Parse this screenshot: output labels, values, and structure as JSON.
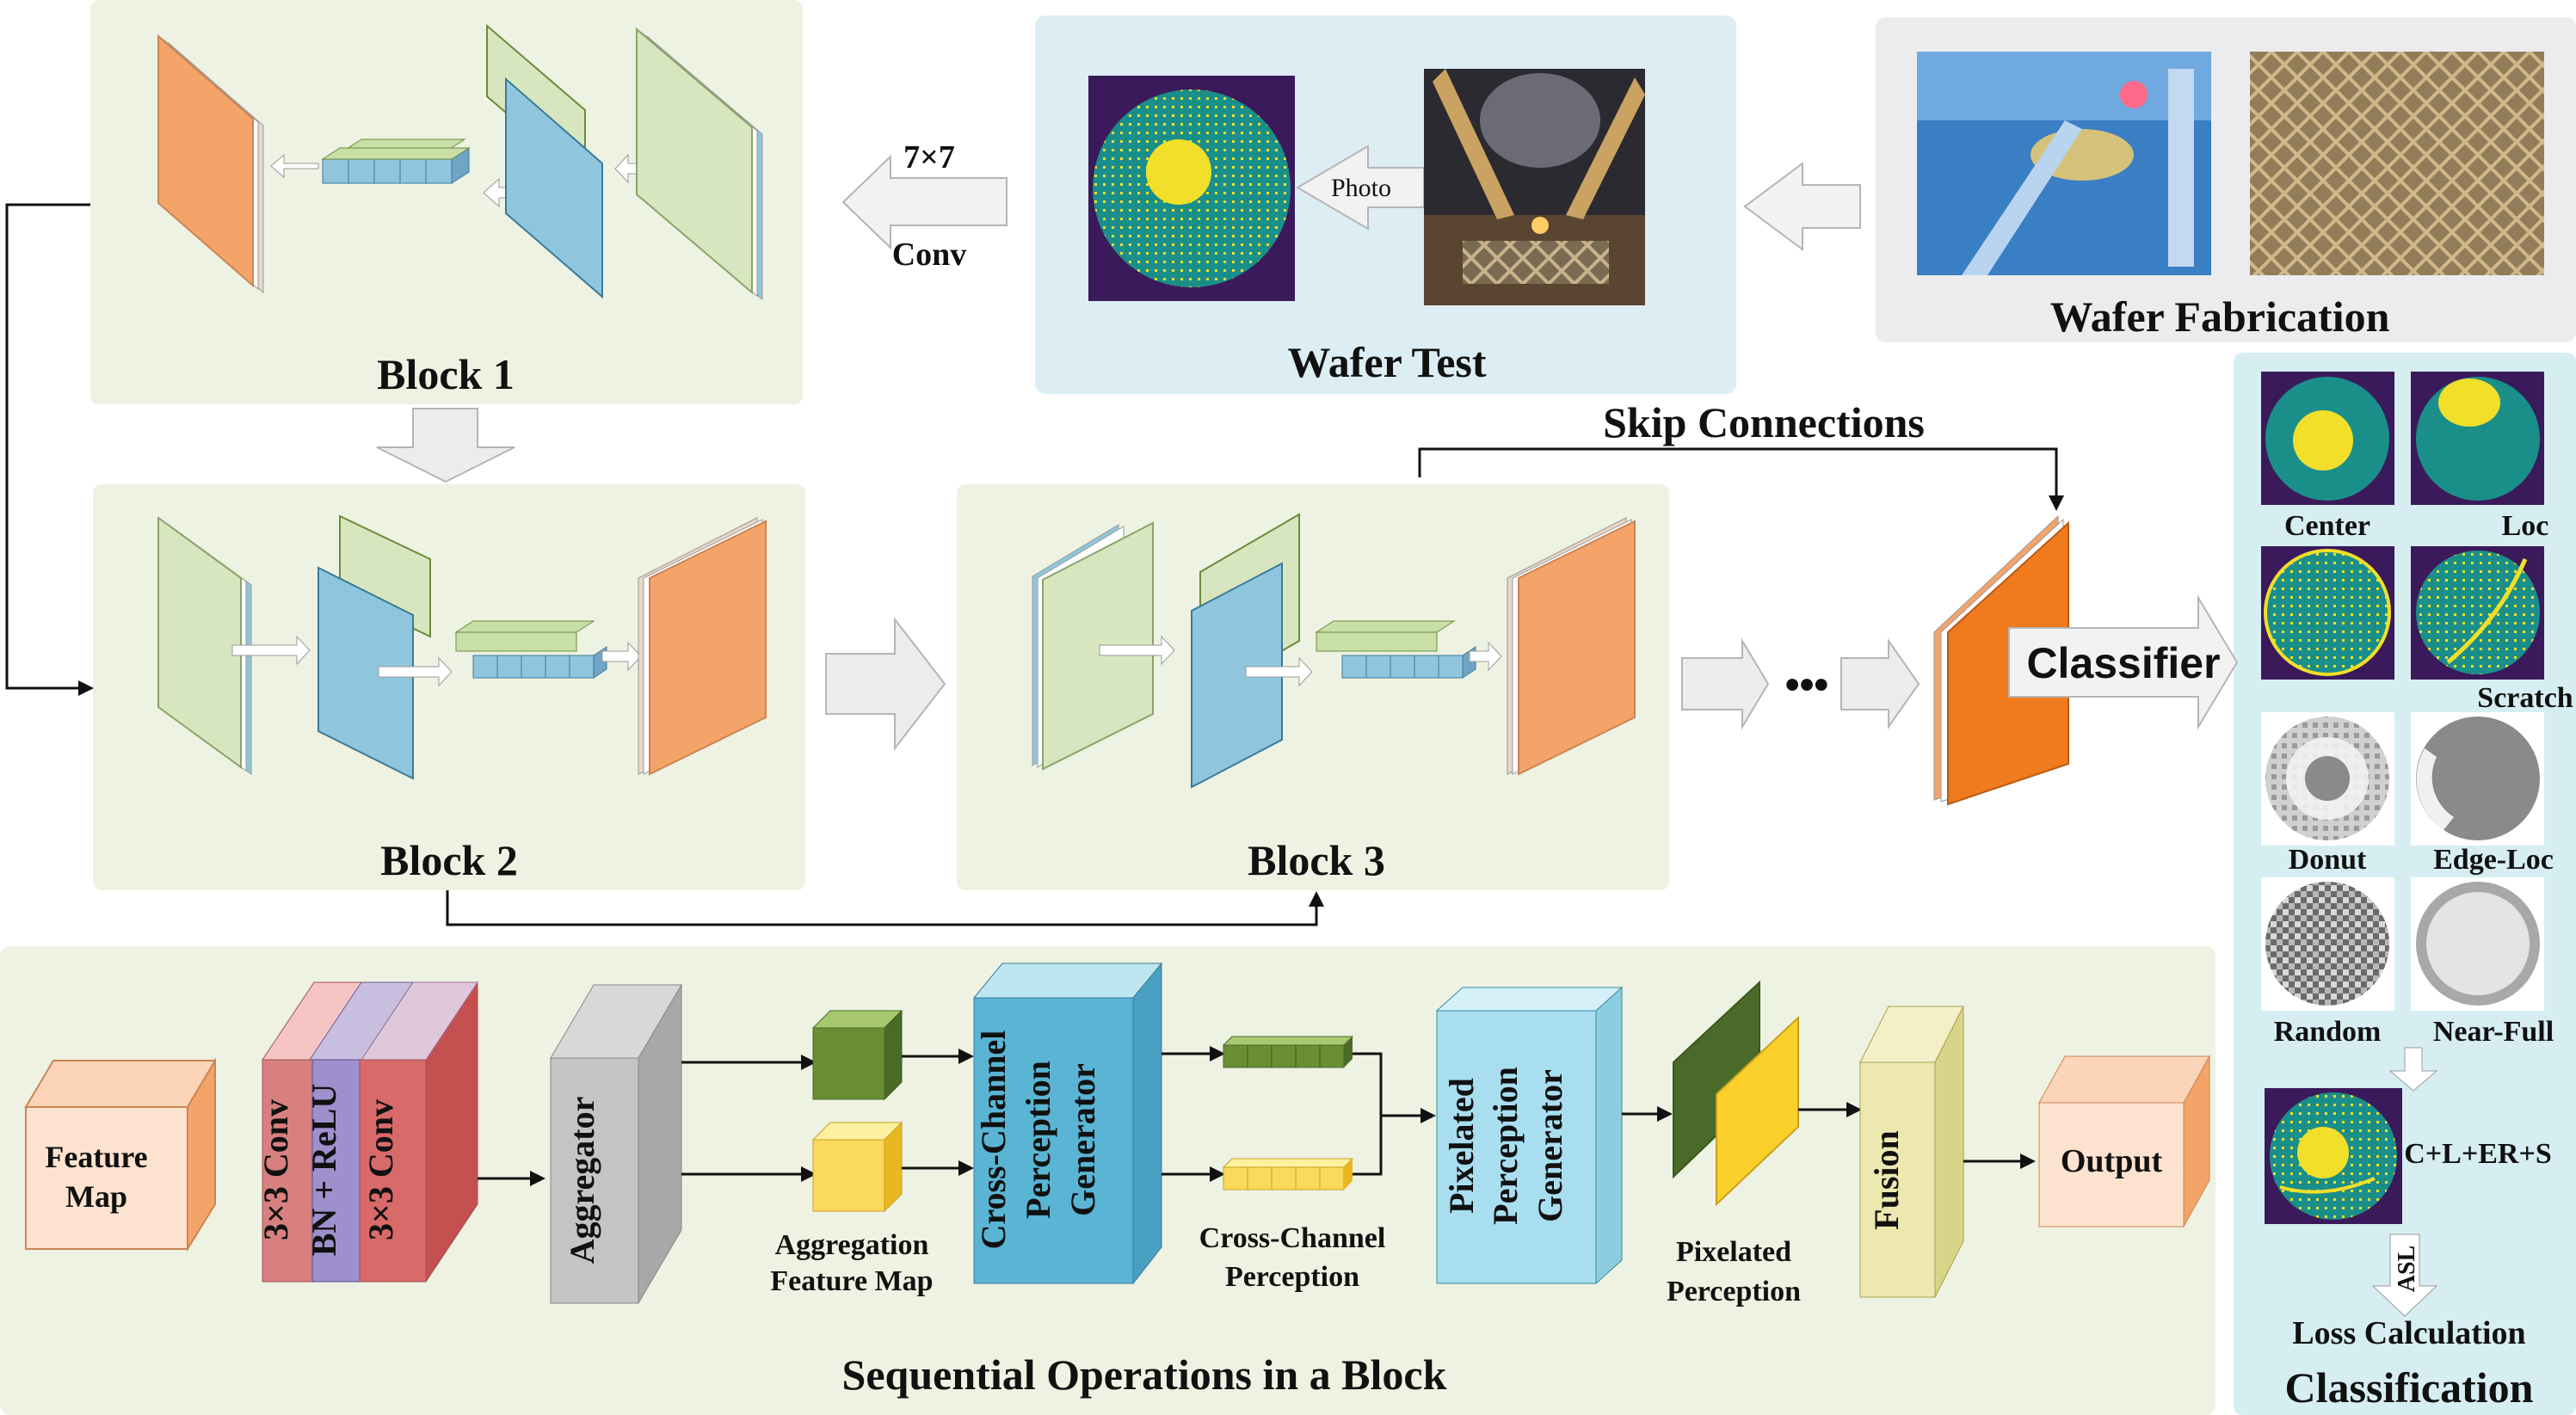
{
  "blocks": {
    "block1": "Block 1",
    "block2": "Block 2",
    "block3": "Block 3"
  },
  "conv_arrow": {
    "top": "7×7",
    "bottom": "Conv"
  },
  "wafer_test": {
    "title": "Wafer Test",
    "photo_label": "Photo"
  },
  "wafer_fabrication": {
    "title": "Wafer Fabrication"
  },
  "skip_connections": "Skip Connections",
  "ellipsis": "•••",
  "classifier": "Classifier",
  "classification": {
    "title": "Classification",
    "classes": [
      "Center",
      "Loc",
      "Scratch",
      "Donut",
      "Edge-Loc",
      "Random",
      "Near-Full"
    ],
    "mixed_label": "C+L+ER+S",
    "asl_label": "ASL",
    "loss_label": "Loss Calculation"
  },
  "sequence": {
    "title": "Sequential Operations in a Block",
    "feature_map": [
      "Feature",
      "Map"
    ],
    "conv1": "3×3 Conv",
    "bn_relu": "BN + ReLU",
    "conv2": "3×3 Conv",
    "aggregator": "Aggregator",
    "aggregation_feature_map": [
      "Aggregation",
      "Feature Map"
    ],
    "ccpg": [
      "Cross-Channel",
      "Perception",
      "Generator"
    ],
    "cross_channel_perception": [
      "Cross-Channel",
      "Perception"
    ],
    "ppg": [
      "Pixelated",
      "Perception",
      "Generator"
    ],
    "pixelated_perception": [
      "Pixelated",
      "Perception"
    ],
    "fusion": "Fusion",
    "output": "Output"
  },
  "colors": {
    "panel_green": "#eef2e2",
    "panel_blue": "#dceef3",
    "panel_gray": "#ececef",
    "panel_cyan": "#d6eef2",
    "orange_map": "#f5a469",
    "green_map": "#d8e6c0",
    "blue_map": "#8fc6de",
    "classifier_orange": "#f07a1e",
    "wafer_bg": "#1a8f8a",
    "wafer_defect": "#f2df2a",
    "wafer_frame": "#3a1a5a"
  }
}
